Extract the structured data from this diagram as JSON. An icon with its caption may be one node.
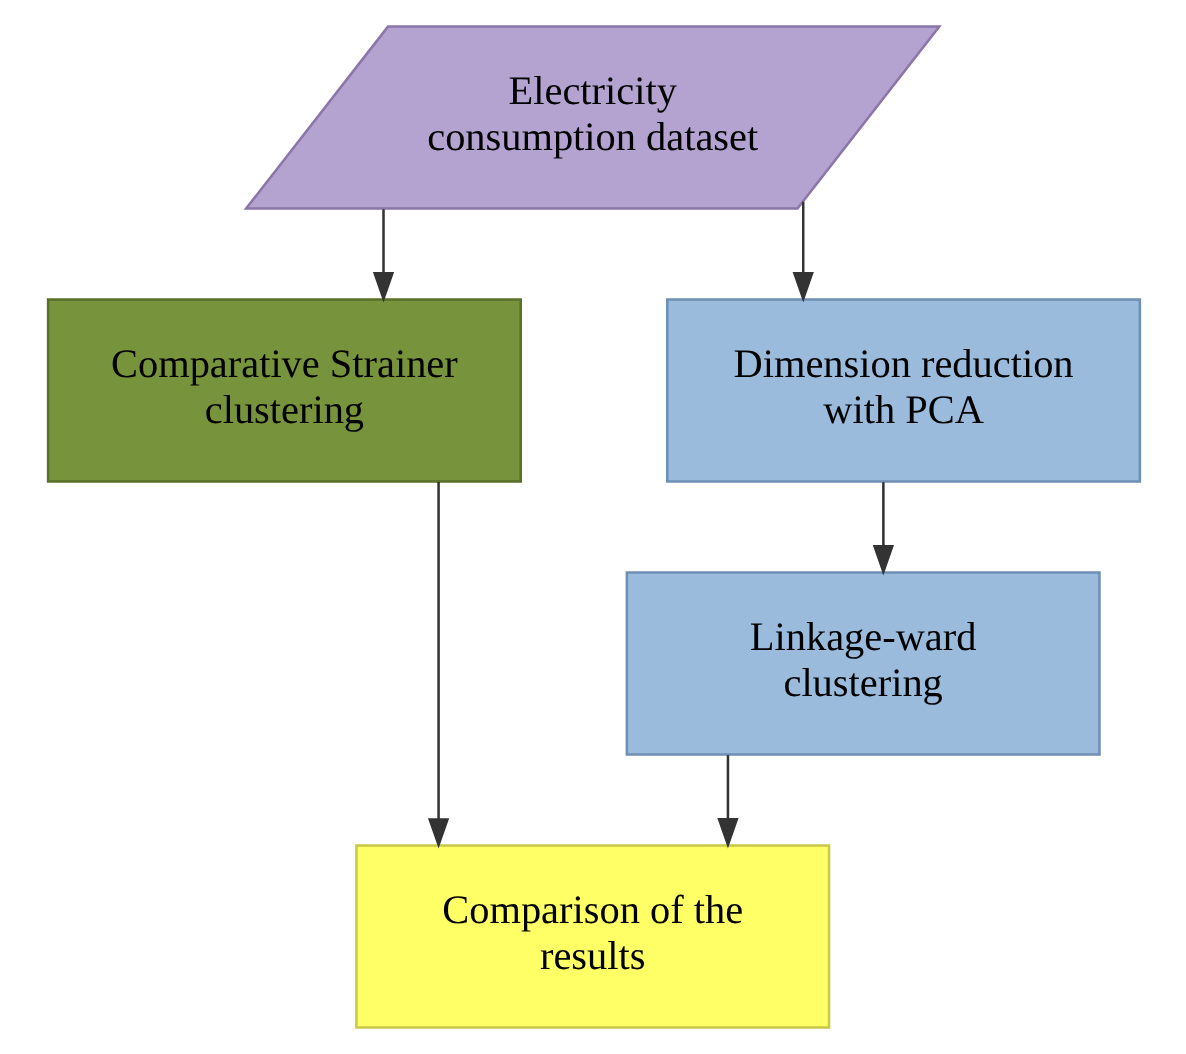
{
  "diagram": {
    "nodes": [
      {
        "text": [
          "Electricity consumption dataset"
        ]
      },
      {
        "text": [
          "Comparative Strainer clustering"
        ]
      },
      {
        "text": [
          "Dimension reduction with PCA"
        ]
      },
      {
        "text": [
          "Linkage-ward clustering"
        ]
      },
      {
        "text": [
          "Comparison of the results"
        ]
      }
    ],
    "edges": [
      {
        "from": 0,
        "to": 1,
        "arrow": "to"
      },
      {
        "from": 0,
        "to": 2,
        "arrow": "to"
      },
      {
        "from": 2,
        "to": 3,
        "arrow": "to"
      },
      {
        "from": 1,
        "to": 4,
        "arrow": "to"
      },
      {
        "from": 3,
        "to": 4,
        "arrow": "to"
      }
    ]
  }
}
